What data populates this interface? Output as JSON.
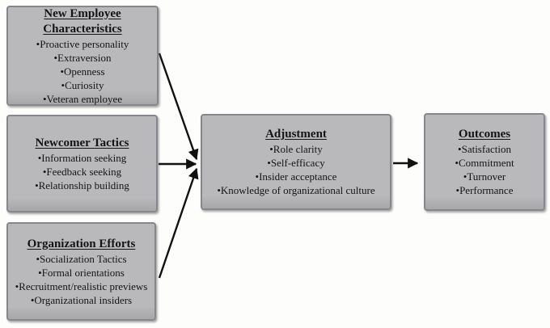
{
  "bullet": "•",
  "style": {
    "background": "#fdfdfb",
    "box_fill": "#b9b9bb",
    "box_border": "#85878d",
    "arrow_color": "#111111",
    "text_color": "#141414"
  },
  "boxes": [
    {
      "id": "new-employee-characteristics",
      "title": "New Employee Characteristics",
      "items": [
        "Proactive personality",
        "Extraversion",
        "Openness",
        "Curiosity",
        "Veteran employee"
      ]
    },
    {
      "id": "newcomer-tactics",
      "title": "Newcomer Tactics",
      "items": [
        "Information seeking",
        "Feedback seeking",
        "Relationship building"
      ]
    },
    {
      "id": "organization-efforts",
      "title": "Organization Efforts",
      "items": [
        "Socialization Tactics",
        "Formal orientations",
        "Recruitment/realistic previews",
        "Organizational insiders"
      ]
    },
    {
      "id": "adjustment",
      "title": "Adjustment",
      "items": [
        "Role clarity",
        "Self-efficacy",
        "Insider acceptance",
        "Knowledge of organizational culture"
      ]
    },
    {
      "id": "outcomes",
      "title": "Outcomes",
      "items": [
        "Satisfaction",
        "Commitment",
        "Turnover",
        "Performance"
      ]
    }
  ],
  "connections": [
    {
      "from": "new-employee-characteristics",
      "to": "adjustment"
    },
    {
      "from": "newcomer-tactics",
      "to": "adjustment"
    },
    {
      "from": "organization-efforts",
      "to": "adjustment"
    },
    {
      "from": "adjustment",
      "to": "outcomes"
    }
  ]
}
